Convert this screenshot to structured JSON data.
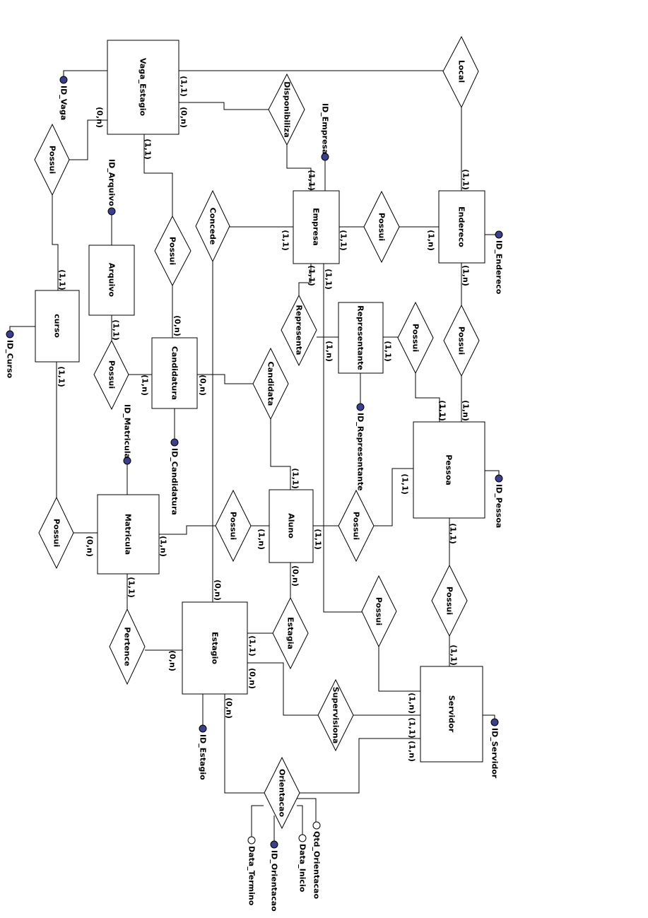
{
  "entities": {
    "vaga_estagio": "Vaga_Estagio",
    "empresa": "Empresa",
    "endereco": "Endereco",
    "arquivo": "Arquivo",
    "curso": "curso",
    "candidatura": "Candidatura",
    "representante": "Representante",
    "pessoa": "Pessoa",
    "matricula": "Matricula",
    "aluno": "Aluno",
    "estagio": "Estagio",
    "servidor": "Servidor"
  },
  "relationships": {
    "local": "Local",
    "disponibiliza": "Disponibiliza",
    "possui_vaga_curso": "Possui",
    "possui_vaga_candidatura": "Possui",
    "concede": "Concede",
    "possui_empresa_endereco": "Possui",
    "possui_arquivo_candidatura": "Possui",
    "representa": "Representa",
    "candidata": "Candidata",
    "possui_representante_pessoa": "Possui",
    "possui_endereco_pessoa": "Possui",
    "possui_curso_matricula": "Possui",
    "possui_matricula_aluno": "Possui",
    "possui_aluno_pessoa": "Possui",
    "pertence": "Pertence",
    "estagia": "Estagia",
    "possui_empresa_servidor": "Possui",
    "possui_pessoa_servidor": "Possui",
    "supervisiona": "Supervisiona",
    "orientacao": "Orientacao"
  },
  "attributes": {
    "id_vaga": "ID_Vaga",
    "id_empresa": "ID_Empresa",
    "id_arquivo": "ID_Arquivo",
    "id_endereco": "ID_Endereco",
    "id_curso": "ID_Curso",
    "id_matricula": "ID_Matricula",
    "id_candidatura": "ID_Candidatura",
    "id_representante": "ID_Representante",
    "id_pessoa": "ID_Pessoa",
    "id_estagio": "ID_Estagio",
    "id_servidor": "ID_Servidor",
    "id_orientacao": "ID_Orientacao",
    "data_termino": "Data_Termino",
    "data_inicio": "Data_Inicio",
    "qtd_orientacao": "Qtd_Orientacao"
  },
  "cardinalities": {
    "vaga_local": "(1,1)",
    "vaga_disponibiliza": "(0,n)",
    "vaga_curso": "(0,n)",
    "vaga_candidatura": "(1,1)",
    "empresa_disponibiliza": "(1,1)",
    "empresa_concede": "(1,1)",
    "empresa_endereco": "(1,1)",
    "empresa_representa": "(1,1)",
    "empresa_servidor": "(1,1)",
    "endereco_local": "(1,1)",
    "endereco_empresa": "(1,n)",
    "endereco_pessoa": "(1,n)",
    "curso_vaga": "(1,1)",
    "curso_matricula": "(1,1)",
    "arquivo_candidatura": "(1,1)",
    "candidatura_vaga": "(0,n)",
    "candidatura_arquivo": "(1,n)",
    "candidatura_candidata": "(0,n)",
    "representante_empresa": "(1,n)",
    "representante_pessoa": "(1,1)",
    "pessoa_representante": "(1,1)",
    "pessoa_endereco": "(1,n)",
    "pessoa_aluno": "(1,1)",
    "pessoa_servidor": "(1,1)",
    "aluno_candidata": "(1,1)",
    "aluno_matricula": "(1,n)",
    "aluno_pessoa": "(1,1)",
    "aluno_estagio": "(0,n)",
    "matricula_curso": "(0,n)",
    "matricula_aluno": "(1,n)",
    "matricula_estagio": "(1,1)",
    "estagio_empresa": "(0,n)",
    "estagio_matricula": "(0,n)",
    "estagio_aluno": "(1,1)",
    "estagio_supervisiona": "(0,n)",
    "estagio_orientacao": "(0,n)",
    "servidor_pessoa": "(1,1)",
    "servidor_supervisiona": "(1,n)",
    "servidor_empresa": "(1,1)",
    "servidor_orientacao": "(1,n)"
  },
  "colors": {
    "key_attribute": "#3b3f8f",
    "line": "#000000",
    "background": "#ffffff"
  }
}
